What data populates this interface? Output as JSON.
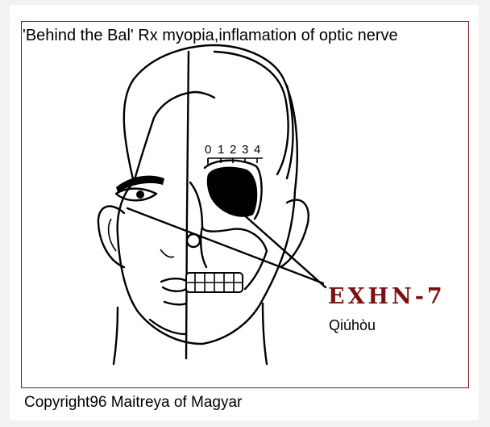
{
  "caption": "'Behind the Bal' Rx myopia,inflamation of optic nerve",
  "scale_labels": [
    "0",
    "1",
    "2",
    "3",
    "4"
  ],
  "point": {
    "code": "EXHN-7",
    "name": "Qiúhòu"
  },
  "copyright": "Copyright96 Maitreya of Magyar",
  "colors": {
    "frame": "#7a1414",
    "point_code": "#7a1010"
  }
}
